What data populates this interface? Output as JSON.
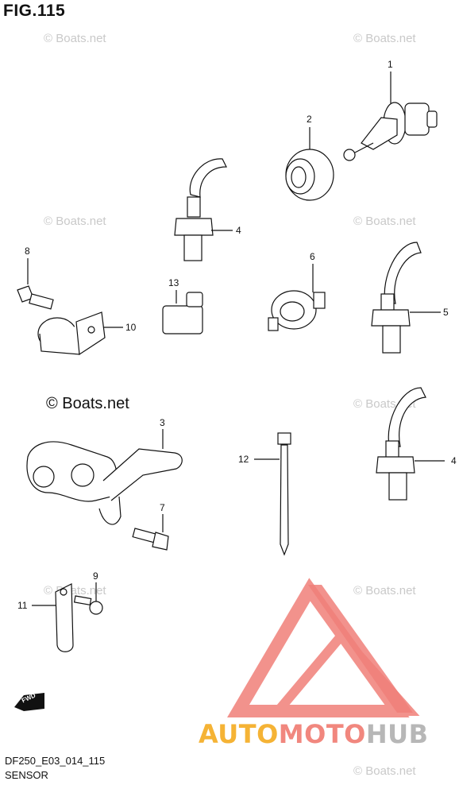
{
  "figure": {
    "title": "FIG.115",
    "code": "DF250_E03_014_115",
    "name": "SENSOR"
  },
  "watermark": {
    "text": "© Boats.net"
  },
  "brand": {
    "part1": "AUTO",
    "part2": "MOTO",
    "part3": "HUB"
  },
  "fwd": {
    "label": "FWD"
  },
  "callouts": [
    "1",
    "2",
    "3",
    "4",
    "4",
    "5",
    "6",
    "7",
    "8",
    "9",
    "10",
    "11",
    "12",
    "13"
  ]
}
